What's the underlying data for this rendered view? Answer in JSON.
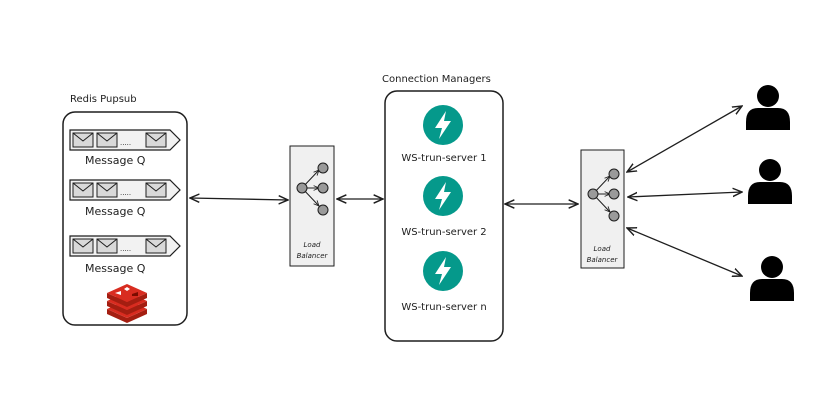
{
  "redis": {
    "title": "Redis Pupsub",
    "queues": [
      {
        "label": "Message Q",
        "dots": "....."
      },
      {
        "label": "Message Q",
        "dots": "....."
      },
      {
        "label": "Message Q",
        "dots": "....."
      }
    ],
    "logo_icon": "redis-logo-icon"
  },
  "load_balancer_left": {
    "line1": "Load",
    "line2": "Balancer"
  },
  "load_balancer_right": {
    "line1": "Load",
    "line2": "Balancer"
  },
  "connection_managers": {
    "title": "Connection Managers",
    "servers": [
      {
        "label": "WS-trun-server 1",
        "icon": "fastapi-bolt-icon"
      },
      {
        "label": "WS-trun-server 2",
        "icon": "fastapi-bolt-icon"
      },
      {
        "label": "WS-trun-server n",
        "icon": "fastapi-bolt-icon"
      }
    ]
  },
  "users": [
    {
      "icon": "user-icon"
    },
    {
      "icon": "user-icon"
    },
    {
      "icon": "user-icon"
    }
  ],
  "colors": {
    "stroke": "#1e1e1e",
    "fastapi_teal": "#05998b",
    "redis_red": "#d82c20",
    "envelope_fill": "#d9d9d9",
    "lb_fill": "#f0f0f0"
  }
}
